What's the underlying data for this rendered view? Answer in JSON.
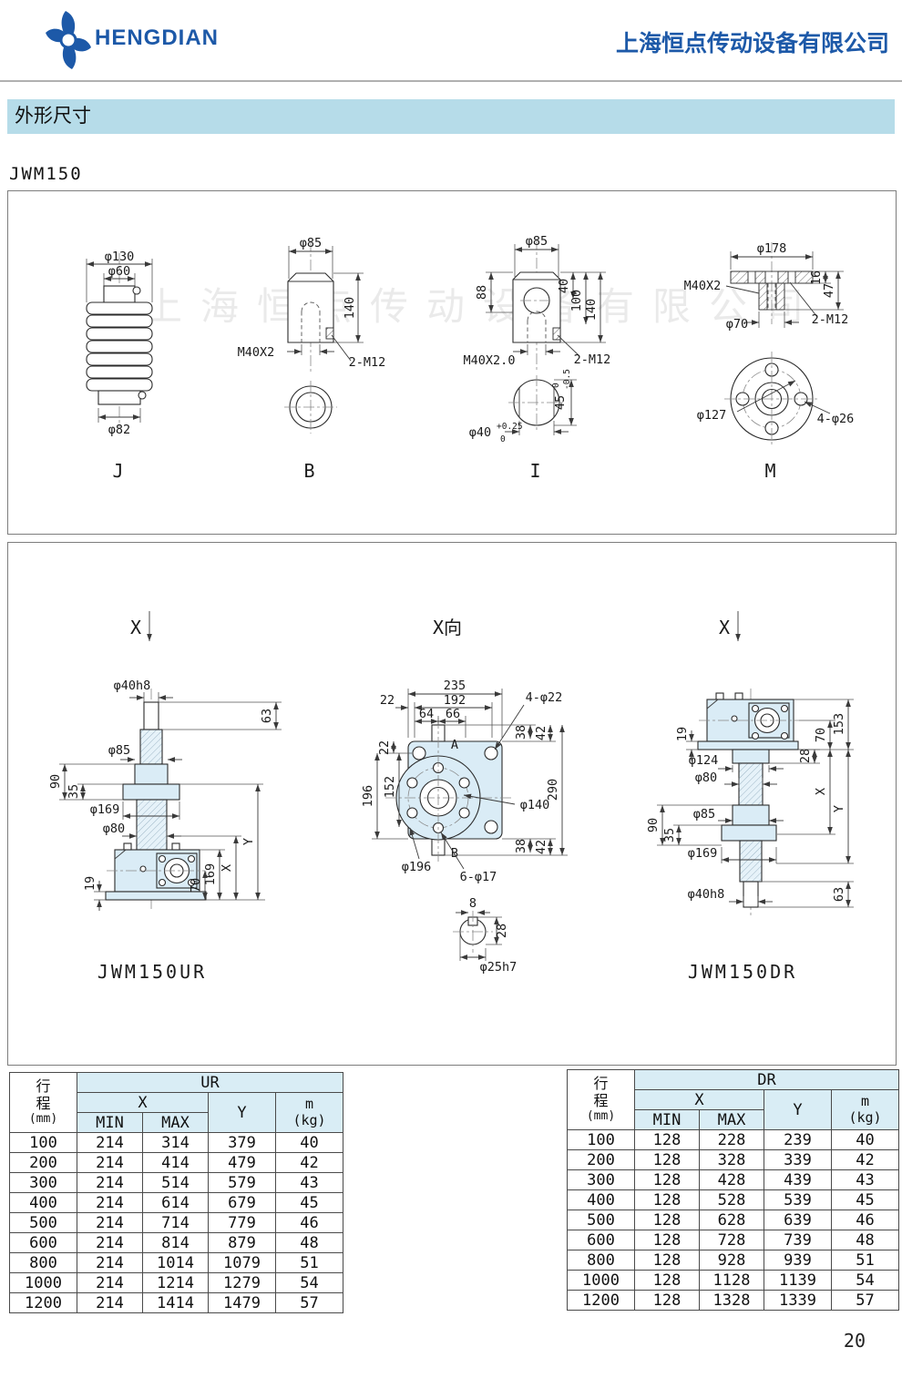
{
  "header": {
    "brand": "HENGDIAN",
    "company": "上海恒点传动设备有限公司"
  },
  "section_title": "外形尺寸",
  "model": "JWM150",
  "watermark": "上海恒点传动设备有限公司",
  "page_number": "20",
  "b1": {
    "j": {
      "d130": "φ130",
      "d60": "φ60",
      "d82": "φ82",
      "label": "J"
    },
    "b": {
      "d85": "φ85",
      "h140": "140",
      "thread": "M40X2",
      "tap": "2-M12",
      "label": "B"
    },
    "i": {
      "d85": "φ85",
      "h88": "88",
      "h40": "40",
      "h100": "100",
      "h140": "140",
      "thread": "M40X2.0",
      "tap": "2-M12",
      "bore": "φ40",
      "bore_tol_hi": "+0.25",
      "bore_tol_lo": "0",
      "w45": "45",
      "w45_tol_hi": "0",
      "w45_tol_lo": "-0.5",
      "label": "I"
    },
    "m": {
      "d178": "φ178",
      "t16": "16",
      "t47": "47",
      "thread": "M40X2",
      "d70": "φ70",
      "tap": "2-M12",
      "d127": "φ127",
      "holes": "4-φ26",
      "label": "M"
    }
  },
  "b2": {
    "ur": {
      "view": "X",
      "d40h8": "φ40h8",
      "n63": "63",
      "d85": "φ85",
      "n90": "90",
      "n35": "35",
      "d169": "φ169",
      "d80": "φ80",
      "ny": "Y",
      "nx": "X",
      "n169": "169",
      "n70": "70",
      "n19": "19",
      "label": "JWM150UR"
    },
    "xv": {
      "title": "X向",
      "n235": "235",
      "n22a": "22",
      "n192": "192",
      "n64": "64",
      "n66": "66",
      "holes4": "4-φ22",
      "n22b": "22",
      "n38a": "38",
      "n42a": "42",
      "n196": "196",
      "n152": "152",
      "d140": "φ140",
      "n290": "290",
      "n38b": "38",
      "n42b": "42",
      "d196": "φ196",
      "holes6": "6-φ17",
      "pa": "A",
      "pb": "B",
      "n8": "8",
      "n28": "28",
      "d25h7": "φ25h7"
    },
    "dr": {
      "view": "X",
      "n19": "19",
      "n153": "153",
      "n70": "70",
      "d124": "φ124",
      "d80": "φ80",
      "n28": "28",
      "nx": "X",
      "ny": "Y",
      "n90": "90",
      "n35": "35",
      "d85": "φ85",
      "d169": "φ169",
      "d40h8": "φ40h8",
      "n63": "63",
      "label": "JWM150DR"
    }
  },
  "tables": {
    "ur": {
      "stroke_label": "行程",
      "stroke_unit": "(mm)",
      "group": "UR",
      "x": "X",
      "min": "MIN",
      "max": "MAX",
      "y": "Y",
      "m": "m",
      "kg": "(kg)",
      "rows": [
        [
          "100",
          "214",
          "314",
          "379",
          "40"
        ],
        [
          "200",
          "214",
          "414",
          "479",
          "42"
        ],
        [
          "300",
          "214",
          "514",
          "579",
          "43"
        ],
        [
          "400",
          "214",
          "614",
          "679",
          "45"
        ],
        [
          "500",
          "214",
          "714",
          "779",
          "46"
        ],
        [
          "600",
          "214",
          "814",
          "879",
          "48"
        ],
        [
          "800",
          "214",
          "1014",
          "1079",
          "51"
        ],
        [
          "1000",
          "214",
          "1214",
          "1279",
          "54"
        ],
        [
          "1200",
          "214",
          "1414",
          "1479",
          "57"
        ]
      ]
    },
    "dr": {
      "stroke_label": "行程",
      "stroke_unit": "(mm)",
      "group": "DR",
      "x": "X",
      "min": "MIN",
      "max": "MAX",
      "y": "Y",
      "m": "m",
      "kg": "(kg)",
      "rows": [
        [
          "100",
          "128",
          "228",
          "239",
          "40"
        ],
        [
          "200",
          "128",
          "328",
          "339",
          "42"
        ],
        [
          "300",
          "128",
          "428",
          "439",
          "43"
        ],
        [
          "400",
          "128",
          "528",
          "539",
          "45"
        ],
        [
          "500",
          "128",
          "628",
          "639",
          "46"
        ],
        [
          "600",
          "128",
          "728",
          "739",
          "48"
        ],
        [
          "800",
          "128",
          "928",
          "939",
          "51"
        ],
        [
          "1000",
          "128",
          "1128",
          "1139",
          "54"
        ],
        [
          "1200",
          "128",
          "1328",
          "1339",
          "57"
        ]
      ]
    }
  }
}
